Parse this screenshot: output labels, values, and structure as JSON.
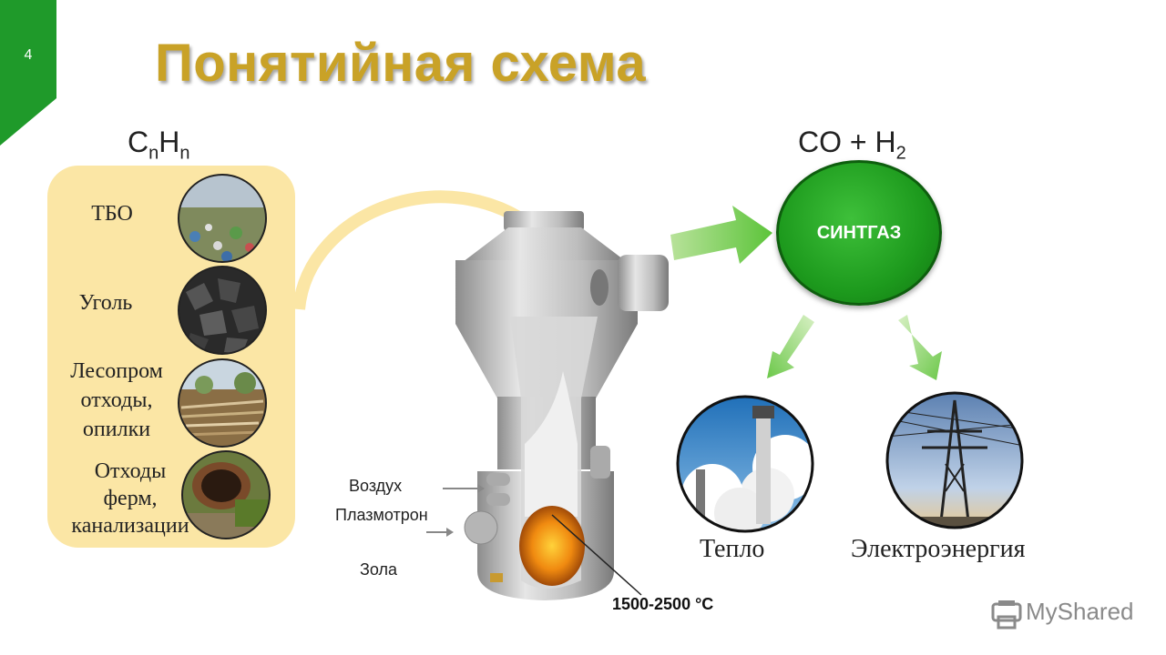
{
  "slide": {
    "number": "4",
    "title": "Понятийная схема",
    "accent_color": "#1f9a2a",
    "title_color": "#c9a227"
  },
  "feedstock": {
    "formula_main": "C",
    "formula_sub1": "n",
    "formula_h": "H",
    "formula_sub2": "n",
    "items": [
      {
        "label": "ТБО",
        "icon": "landfill-photo"
      },
      {
        "label": "Уголь",
        "icon": "coal-photo"
      },
      {
        "label": "Лесопром\nотходы,\nопилки",
        "icon": "sawdust-photo"
      },
      {
        "label": "Отходы\nферм,\nканализации",
        "icon": "sewage-pipe-photo"
      }
    ]
  },
  "reactor": {
    "air_label": "Воздух",
    "plasmatron_label": "Плазмотрон",
    "ash_label": "Зола",
    "temperature_label": "1500-2500 °C"
  },
  "product": {
    "formula_co": "CO + H",
    "formula_sub": "2",
    "syngas_label": "СИНТГАЗ",
    "syngas_color": "#1d9a1d"
  },
  "outputs": {
    "heat_label": "Тепло",
    "electricity_label": "Электроэнергия"
  },
  "watermark": {
    "text": "MyShared"
  }
}
